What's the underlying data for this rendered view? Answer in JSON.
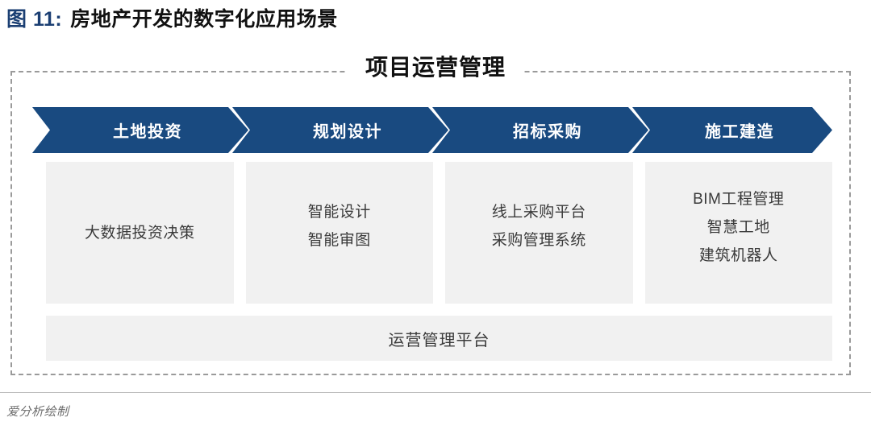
{
  "figure": {
    "number_label": "图 11:",
    "title": "房地产开发的数字化应用场景"
  },
  "diagram": {
    "heading": "项目运营管理",
    "stages": [
      {
        "label": "土地投资"
      },
      {
        "label": "规划设计"
      },
      {
        "label": "招标采购"
      },
      {
        "label": "施工建造"
      }
    ],
    "applications": [
      {
        "lines": [
          "大数据投资决策"
        ]
      },
      {
        "lines": [
          "智能设计",
          "智能审图"
        ]
      },
      {
        "lines": [
          "线上采购平台",
          "采购管理系统"
        ]
      },
      {
        "lines": [
          "BIM工程管理",
          "智慧工地",
          "建筑机器人"
        ]
      }
    ],
    "platform_label": "运营管理平台"
  },
  "footer": {
    "source": "爱分析绘制"
  },
  "colors": {
    "chevron_blue": "#194a80",
    "title_blue": "#1b3f73",
    "box_gray": "#f1f1f1",
    "border_gray": "#9a9a9a",
    "text_gray": "#3a3a3a"
  }
}
